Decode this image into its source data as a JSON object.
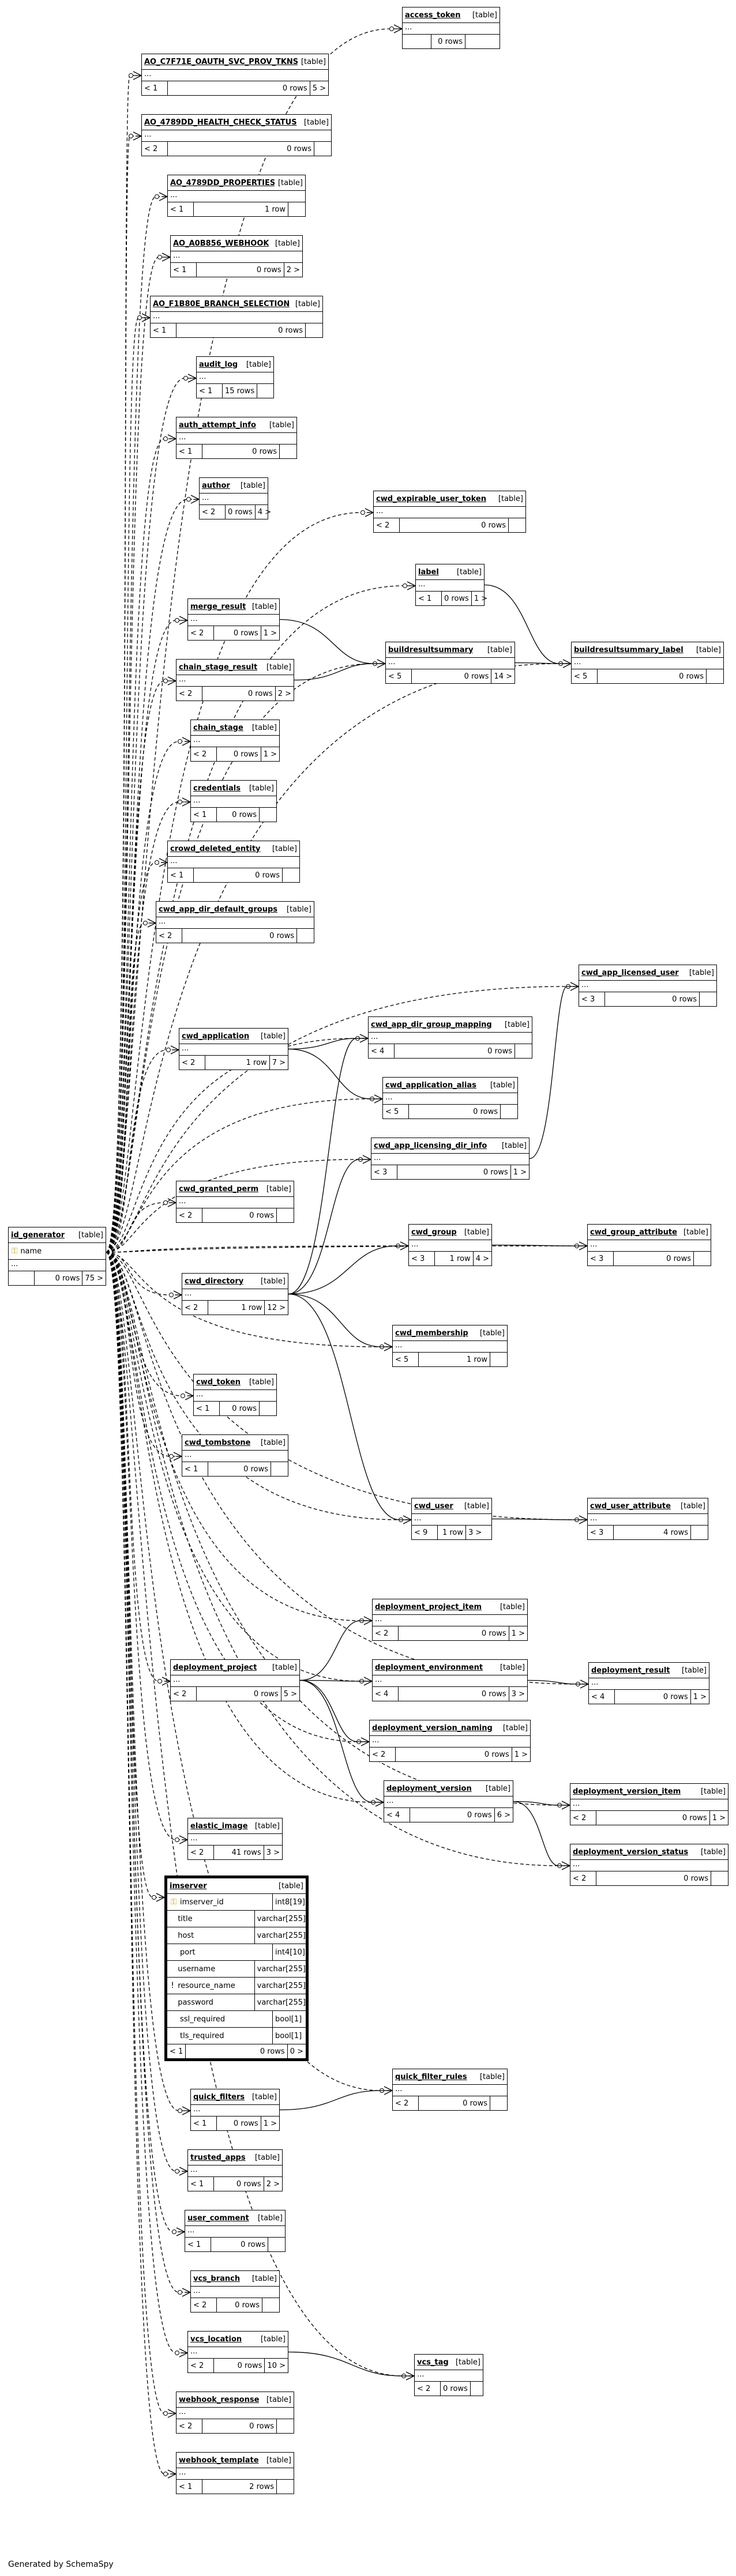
{
  "footer_text": "Generated by SchemaSpy",
  "table_tag": "[table]",
  "ellipsis": "...",
  "line_style": {
    "stroke": "#000000"
  },
  "tables": [
    {
      "id": "access_token",
      "name": "access_token",
      "parents": "",
      "rows": "0 rows",
      "children": ""
    },
    {
      "id": "ao_oauth",
      "name": "AO_C7F71E_OAUTH_SVC_PROV_TKNS",
      "parents": "< 1",
      "rows": "0 rows",
      "children": "5 >"
    },
    {
      "id": "ao_health",
      "name": "AO_4789DD_HEALTH_CHECK_STATUS",
      "parents": "< 2",
      "rows": "0 rows",
      "children": ""
    },
    {
      "id": "ao_props",
      "name": "AO_4789DD_PROPERTIES",
      "parents": "< 1",
      "rows": "1 row",
      "children": ""
    },
    {
      "id": "ao_webhook",
      "name": "AO_A0B856_WEBHOOK",
      "parents": "< 1",
      "rows": "0 rows",
      "children": "2 >"
    },
    {
      "id": "ao_branch",
      "name": "AO_F1B80E_BRANCH_SELECTION",
      "parents": "< 1",
      "rows": "0 rows",
      "children": ""
    },
    {
      "id": "audit_log",
      "name": "audit_log",
      "parents": "< 1",
      "rows": "15 rows",
      "children": ""
    },
    {
      "id": "auth_attempt",
      "name": "auth_attempt_info",
      "parents": "< 1",
      "rows": "0 rows",
      "children": ""
    },
    {
      "id": "author",
      "name": "author",
      "parents": "< 2",
      "rows": "0 rows",
      "children": "4 >"
    },
    {
      "id": "cwd_exp_token",
      "name": "cwd_expirable_user_token",
      "parents": "< 2",
      "rows": "0 rows",
      "children": ""
    },
    {
      "id": "label",
      "name": "label",
      "parents": "< 1",
      "rows": "0 rows",
      "children": "1 >"
    },
    {
      "id": "merge_result",
      "name": "merge_result",
      "parents": "< 2",
      "rows": "0 rows",
      "children": "1 >"
    },
    {
      "id": "brs",
      "name": "buildresultsummary",
      "parents": "< 5",
      "rows": "0 rows",
      "children": "14 >"
    },
    {
      "id": "brs_label",
      "name": "buildresultsummary_label",
      "parents": "< 5",
      "rows": "0 rows",
      "children": ""
    },
    {
      "id": "chain_stage_result",
      "name": "chain_stage_result",
      "parents": "< 2",
      "rows": "0 rows",
      "children": "2 >"
    },
    {
      "id": "chain_stage",
      "name": "chain_stage",
      "parents": "< 2",
      "rows": "0 rows",
      "children": "1 >"
    },
    {
      "id": "credentials",
      "name": "credentials",
      "parents": "< 1",
      "rows": "0 rows",
      "children": ""
    },
    {
      "id": "crowd_deleted",
      "name": "crowd_deleted_entity",
      "parents": "< 1",
      "rows": "0 rows",
      "children": ""
    },
    {
      "id": "cwd_dir_def_groups",
      "name": "cwd_app_dir_default_groups",
      "parents": "< 2",
      "rows": "0 rows",
      "children": ""
    },
    {
      "id": "cwd_app_lic_user",
      "name": "cwd_app_licensed_user",
      "parents": "< 3",
      "rows": "0 rows",
      "children": ""
    },
    {
      "id": "cwd_application",
      "name": "cwd_application",
      "parents": "< 2",
      "rows": "1 row",
      "children": "7 >"
    },
    {
      "id": "cwd_dir_group_map",
      "name": "cwd_app_dir_group_mapping",
      "parents": "< 4",
      "rows": "0 rows",
      "children": ""
    },
    {
      "id": "cwd_app_alias",
      "name": "cwd_application_alias",
      "parents": "< 5",
      "rows": "0 rows",
      "children": ""
    },
    {
      "id": "cwd_lic_dir_info",
      "name": "cwd_app_licensing_dir_info",
      "parents": "< 3",
      "rows": "0 rows",
      "children": "1 >"
    },
    {
      "id": "cwd_granted_perm",
      "name": "cwd_granted_perm",
      "parents": "< 2",
      "rows": "0 rows",
      "children": ""
    },
    {
      "id": "cwd_group",
      "name": "cwd_group",
      "parents": "< 3",
      "rows": "1 row",
      "children": "4 >"
    },
    {
      "id": "cwd_group_attr",
      "name": "cwd_group_attribute",
      "parents": "< 3",
      "rows": "0 rows",
      "children": ""
    },
    {
      "id": "id_generator",
      "name": "id_generator",
      "parents": "",
      "rows": "0 rows",
      "children": "75 >",
      "columns": [
        {
          "key": "key",
          "name": "name"
        }
      ]
    },
    {
      "id": "cwd_directory",
      "name": "cwd_directory",
      "parents": "< 2",
      "rows": "1 row",
      "children": "12 >"
    },
    {
      "id": "cwd_membership",
      "name": "cwd_membership",
      "parents": "< 5",
      "rows": "1 row",
      "children": ""
    },
    {
      "id": "cwd_token",
      "name": "cwd_token",
      "parents": "< 1",
      "rows": "0 rows",
      "children": ""
    },
    {
      "id": "cwd_tombstone",
      "name": "cwd_tombstone",
      "parents": "< 1",
      "rows": "0 rows",
      "children": ""
    },
    {
      "id": "cwd_user",
      "name": "cwd_user",
      "parents": "< 9",
      "rows": "1 row",
      "children": "3 >"
    },
    {
      "id": "cwd_user_attr",
      "name": "cwd_user_attribute",
      "parents": "< 3",
      "rows": "4 rows",
      "children": ""
    },
    {
      "id": "dep_proj_item",
      "name": "deployment_project_item",
      "parents": "< 2",
      "rows": "0 rows",
      "children": "1 >"
    },
    {
      "id": "dep_project",
      "name": "deployment_project",
      "parents": "< 2",
      "rows": "0 rows",
      "children": "5 >"
    },
    {
      "id": "dep_env",
      "name": "deployment_environment",
      "parents": "< 4",
      "rows": "0 rows",
      "children": "3 >"
    },
    {
      "id": "dep_result",
      "name": "deployment_result",
      "parents": "< 4",
      "rows": "0 rows",
      "children": "1 >"
    },
    {
      "id": "dep_ver_naming",
      "name": "deployment_version_naming",
      "parents": "< 2",
      "rows": "0 rows",
      "children": "1 >"
    },
    {
      "id": "dep_version",
      "name": "deployment_version",
      "parents": "< 4",
      "rows": "0 rows",
      "children": "6 >"
    },
    {
      "id": "dep_ver_item",
      "name": "deployment_version_item",
      "parents": "< 2",
      "rows": "0 rows",
      "children": "1 >"
    },
    {
      "id": "elastic_image",
      "name": "elastic_image",
      "parents": "< 2",
      "rows": "41 rows",
      "children": "3 >"
    },
    {
      "id": "dep_ver_status",
      "name": "deployment_version_status",
      "parents": "< 2",
      "rows": "0 rows",
      "children": ""
    },
    {
      "id": "imserver",
      "name": "imserver",
      "parents": "< 1",
      "rows": "0 rows",
      "children": "0 >",
      "columns": [
        {
          "key": "key",
          "name": "imserver_id",
          "type": "int8[19]"
        },
        {
          "key": "",
          "name": "title",
          "type": "varchar[255]"
        },
        {
          "key": "",
          "name": "host",
          "type": "varchar[255]"
        },
        {
          "key": "",
          "name": "port",
          "type": "int4[10]"
        },
        {
          "key": "",
          "name": "username",
          "type": "varchar[255]"
        },
        {
          "key": "excl",
          "name": "resource_name",
          "type": "varchar[255]"
        },
        {
          "key": "",
          "name": "password",
          "type": "varchar[255]"
        },
        {
          "key": "",
          "name": "ssl_required",
          "type": "bool[1]"
        },
        {
          "key": "",
          "name": "tls_required",
          "type": "bool[1]"
        }
      ]
    },
    {
      "id": "quick_filter_rules",
      "name": "quick_filter_rules",
      "parents": "< 2",
      "rows": "0 rows",
      "children": ""
    },
    {
      "id": "quick_filters",
      "name": "quick_filters",
      "parents": "< 1",
      "rows": "0 rows",
      "children": "1 >"
    },
    {
      "id": "trusted_apps",
      "name": "trusted_apps",
      "parents": "< 1",
      "rows": "0 rows",
      "children": "2 >"
    },
    {
      "id": "user_comment",
      "name": "user_comment",
      "parents": "< 1",
      "rows": "0 rows",
      "children": ""
    },
    {
      "id": "vcs_branch",
      "name": "vcs_branch",
      "parents": "< 2",
      "rows": "0 rows",
      "children": ""
    },
    {
      "id": "vcs_location",
      "name": "vcs_location",
      "parents": "< 2",
      "rows": "0 rows",
      "children": "10 >"
    },
    {
      "id": "vcs_tag",
      "name": "vcs_tag",
      "parents": "< 2",
      "rows": "0 rows",
      "children": ""
    },
    {
      "id": "webhook_response",
      "name": "webhook_response",
      "parents": "< 2",
      "rows": "0 rows",
      "children": ""
    },
    {
      "id": "webhook_template",
      "name": "webhook_template",
      "parents": "< 1",
      "rows": "2 rows",
      "children": ""
    }
  ]
}
